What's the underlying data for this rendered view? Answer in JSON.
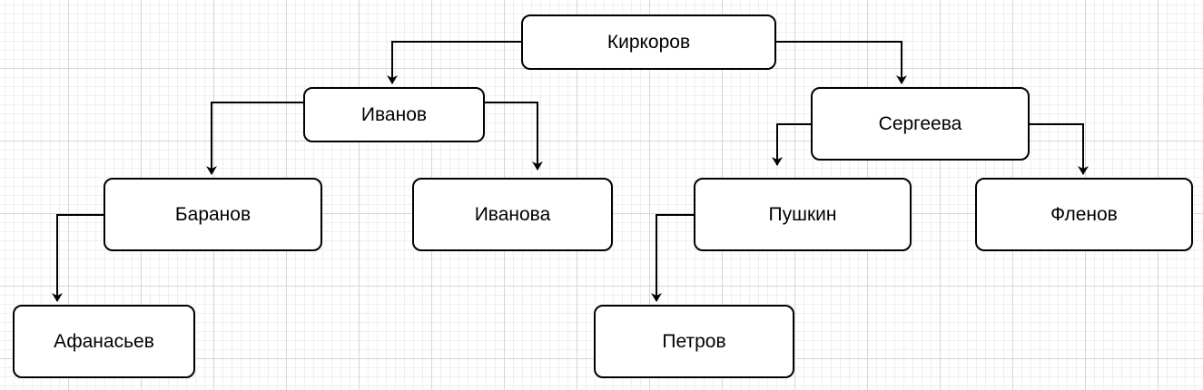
{
  "nodes": {
    "kirkorov": "Киркоров",
    "ivanov": "Иванов",
    "sergeeva": "Сергеева",
    "baranov": "Баранов",
    "ivanova": "Иванова",
    "pushkin": "Пушкин",
    "flenov": "Фленов",
    "afanasyev": "Афанасьев",
    "petrov": "Петров"
  },
  "edges": [
    {
      "from": "kirkorov",
      "to": "ivanov"
    },
    {
      "from": "kirkorov",
      "to": "sergeeva"
    },
    {
      "from": "ivanov",
      "to": "baranov"
    },
    {
      "from": "ivanov",
      "to": "ivanova"
    },
    {
      "from": "sergeeva",
      "to": "pushkin"
    },
    {
      "from": "sergeeva",
      "to": "flenov"
    },
    {
      "from": "baranov",
      "to": "afanasyev"
    },
    {
      "from": "pushkin",
      "to": "petrov"
    }
  ],
  "colors": {
    "stroke": "#000000",
    "fill": "#ffffff",
    "grid": "#d6d6d6"
  }
}
